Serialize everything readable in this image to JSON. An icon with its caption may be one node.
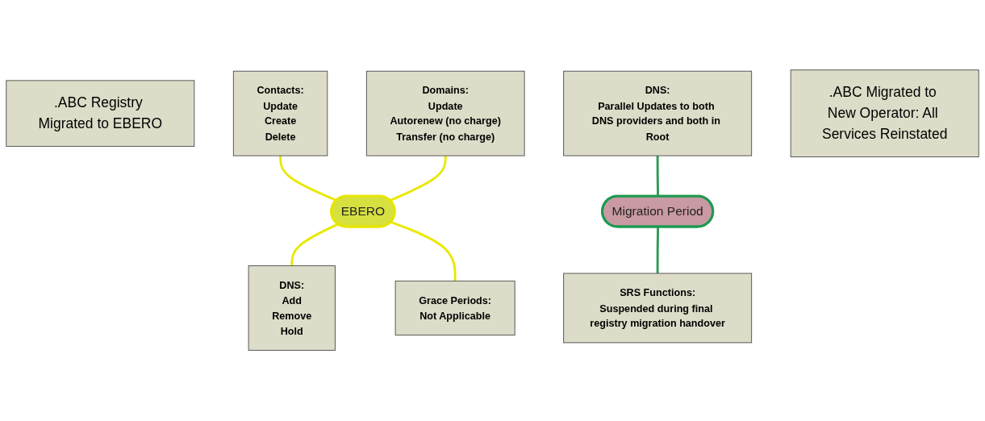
{
  "diagram": {
    "nodes": [
      {
        "text": [
          ".ABC Registry Migrated to EBERO"
        ]
      },
      {
        "text": [
          "Contacts:",
          "Update",
          "Create",
          "Delete"
        ]
      },
      {
        "text": [
          "Domains:",
          "Update",
          "Autorenew (no charge)",
          "Transfer (no charge)"
        ]
      },
      {
        "text": [
          "DNS:",
          "Parallel Updates to both DNS providers and both in Root"
        ]
      },
      {
        "text": [
          "EBERO"
        ]
      },
      {
        "text": [
          "Migration Period"
        ]
      },
      {
        "text": [
          ".ABC Migrated to New Operator: All Services Reinstated"
        ]
      },
      {
        "text": [
          "DNS:",
          "Add",
          "Remove",
          "Hold"
        ]
      },
      {
        "text": [
          "Grace Periods:",
          "Not Applicable"
        ]
      },
      {
        "text": [
          "SRS Functions:",
          "Suspended during final registry migration handover"
        ]
      }
    ],
    "edges": [
      {
        "from": 1,
        "to": 4,
        "arrow": "none"
      },
      {
        "from": 2,
        "to": 4,
        "arrow": "none"
      },
      {
        "from": 3,
        "to": 5,
        "arrow": "none",
        "color": "#2e9a5a"
      },
      {
        "from": 4,
        "to": 7,
        "arrow": "none"
      },
      {
        "from": 4,
        "to": 8,
        "arrow": "none"
      },
      {
        "from": 5,
        "to": 9,
        "arrow": "none",
        "color": "#2e9a5a"
      }
    ]
  }
}
